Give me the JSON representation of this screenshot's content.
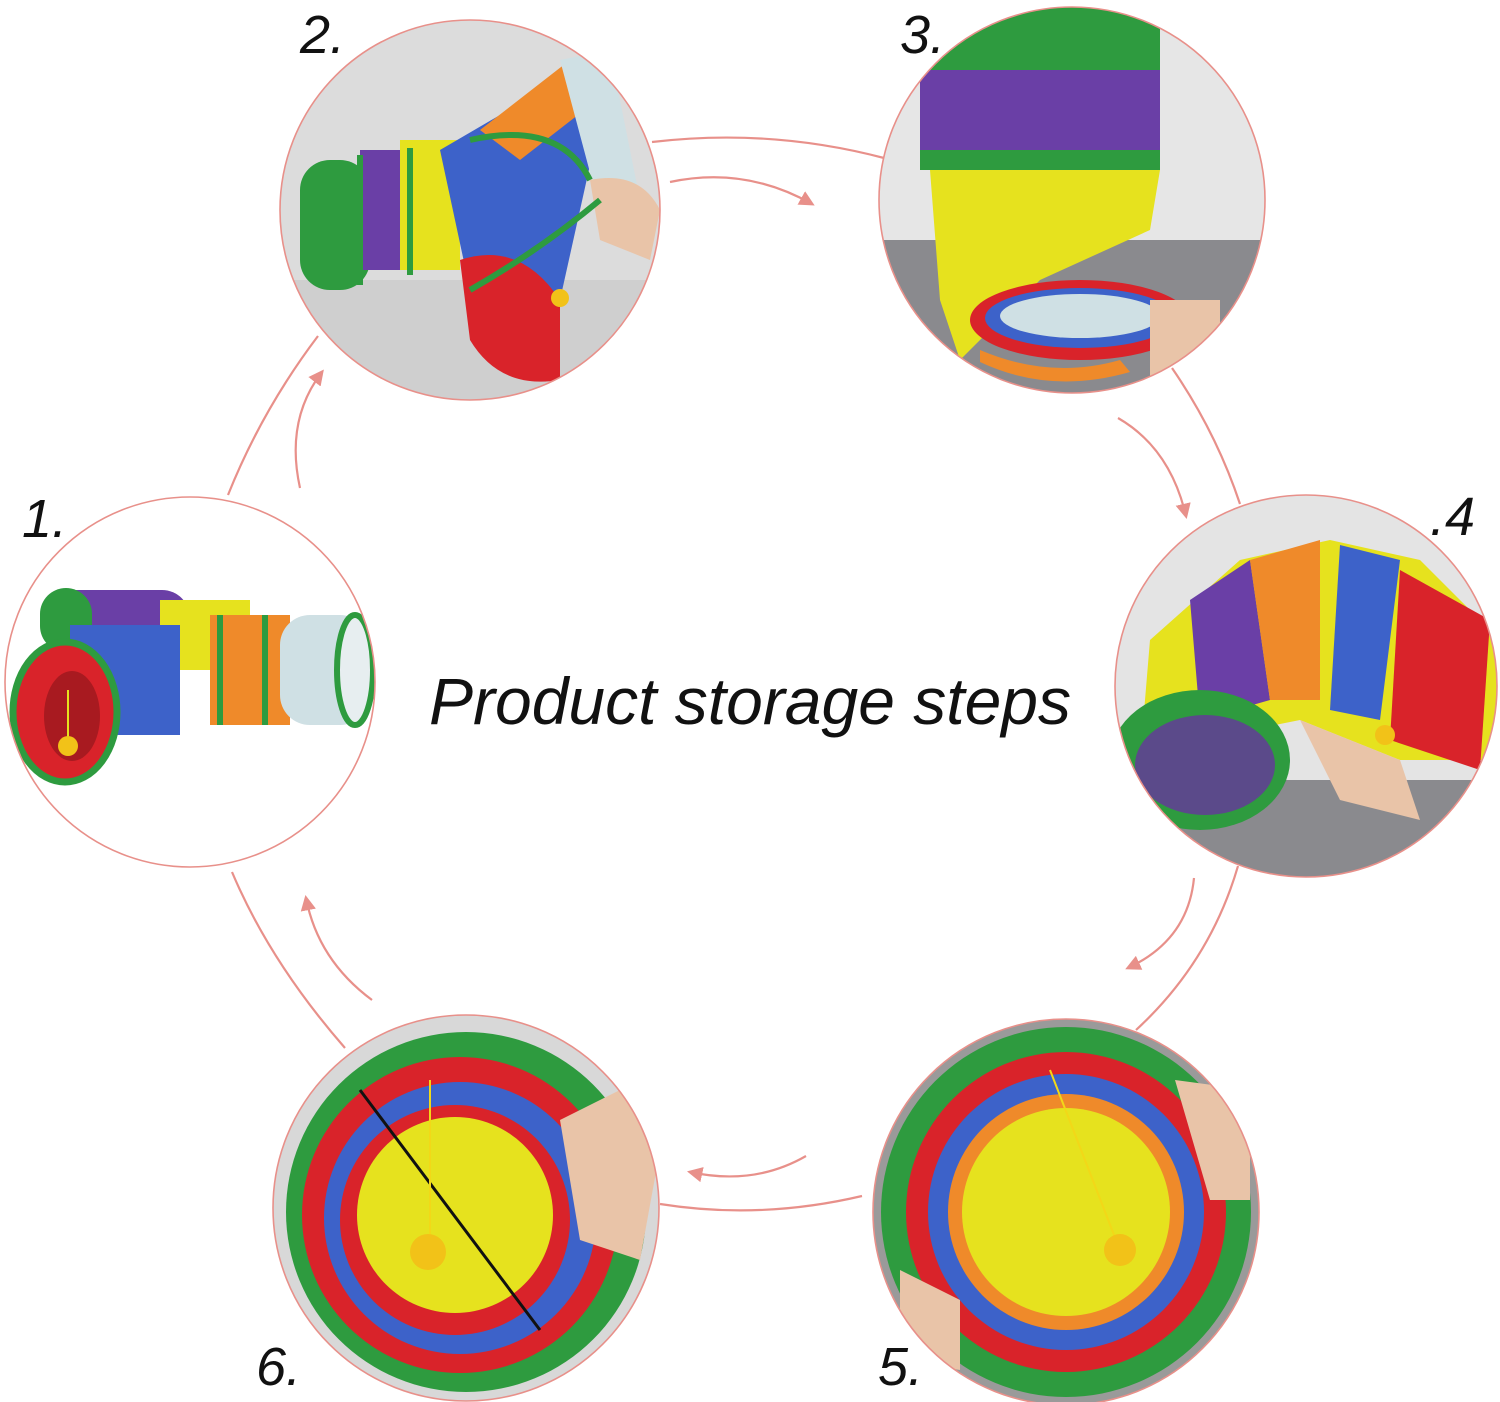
{
  "title": "Product storage steps",
  "steps": [
    {
      "label": "1.",
      "image": "assembled three-way rainbow cat tunnel with yellow hanging ball toy"
    },
    {
      "label": "2.",
      "image": "hand folding one tunnel branch toward the center"
    },
    {
      "label": "3.",
      "image": "tunnel branches stacked upright, purple and green rings on top"
    },
    {
      "label": ".4",
      "image": "hand compressing the colorful rings into a fan"
    },
    {
      "label": "5.",
      "image": "tunnel pressed flat into a round disc, viewed from above"
    },
    {
      "label": "6.",
      "image": "flat disc with ball toy, hands holding the folded rings"
    }
  ],
  "colors": {
    "ring": "#e8908a",
    "tunnel_green": "#2e9b3f",
    "tunnel_purple": "#6a3fa6",
    "tunnel_red": "#d9232a",
    "tunnel_blue": "#3d62c9",
    "tunnel_yellow": "#e6e21e",
    "tunnel_orange": "#ef8a2a",
    "tunnel_light": "#cfe0e4"
  }
}
